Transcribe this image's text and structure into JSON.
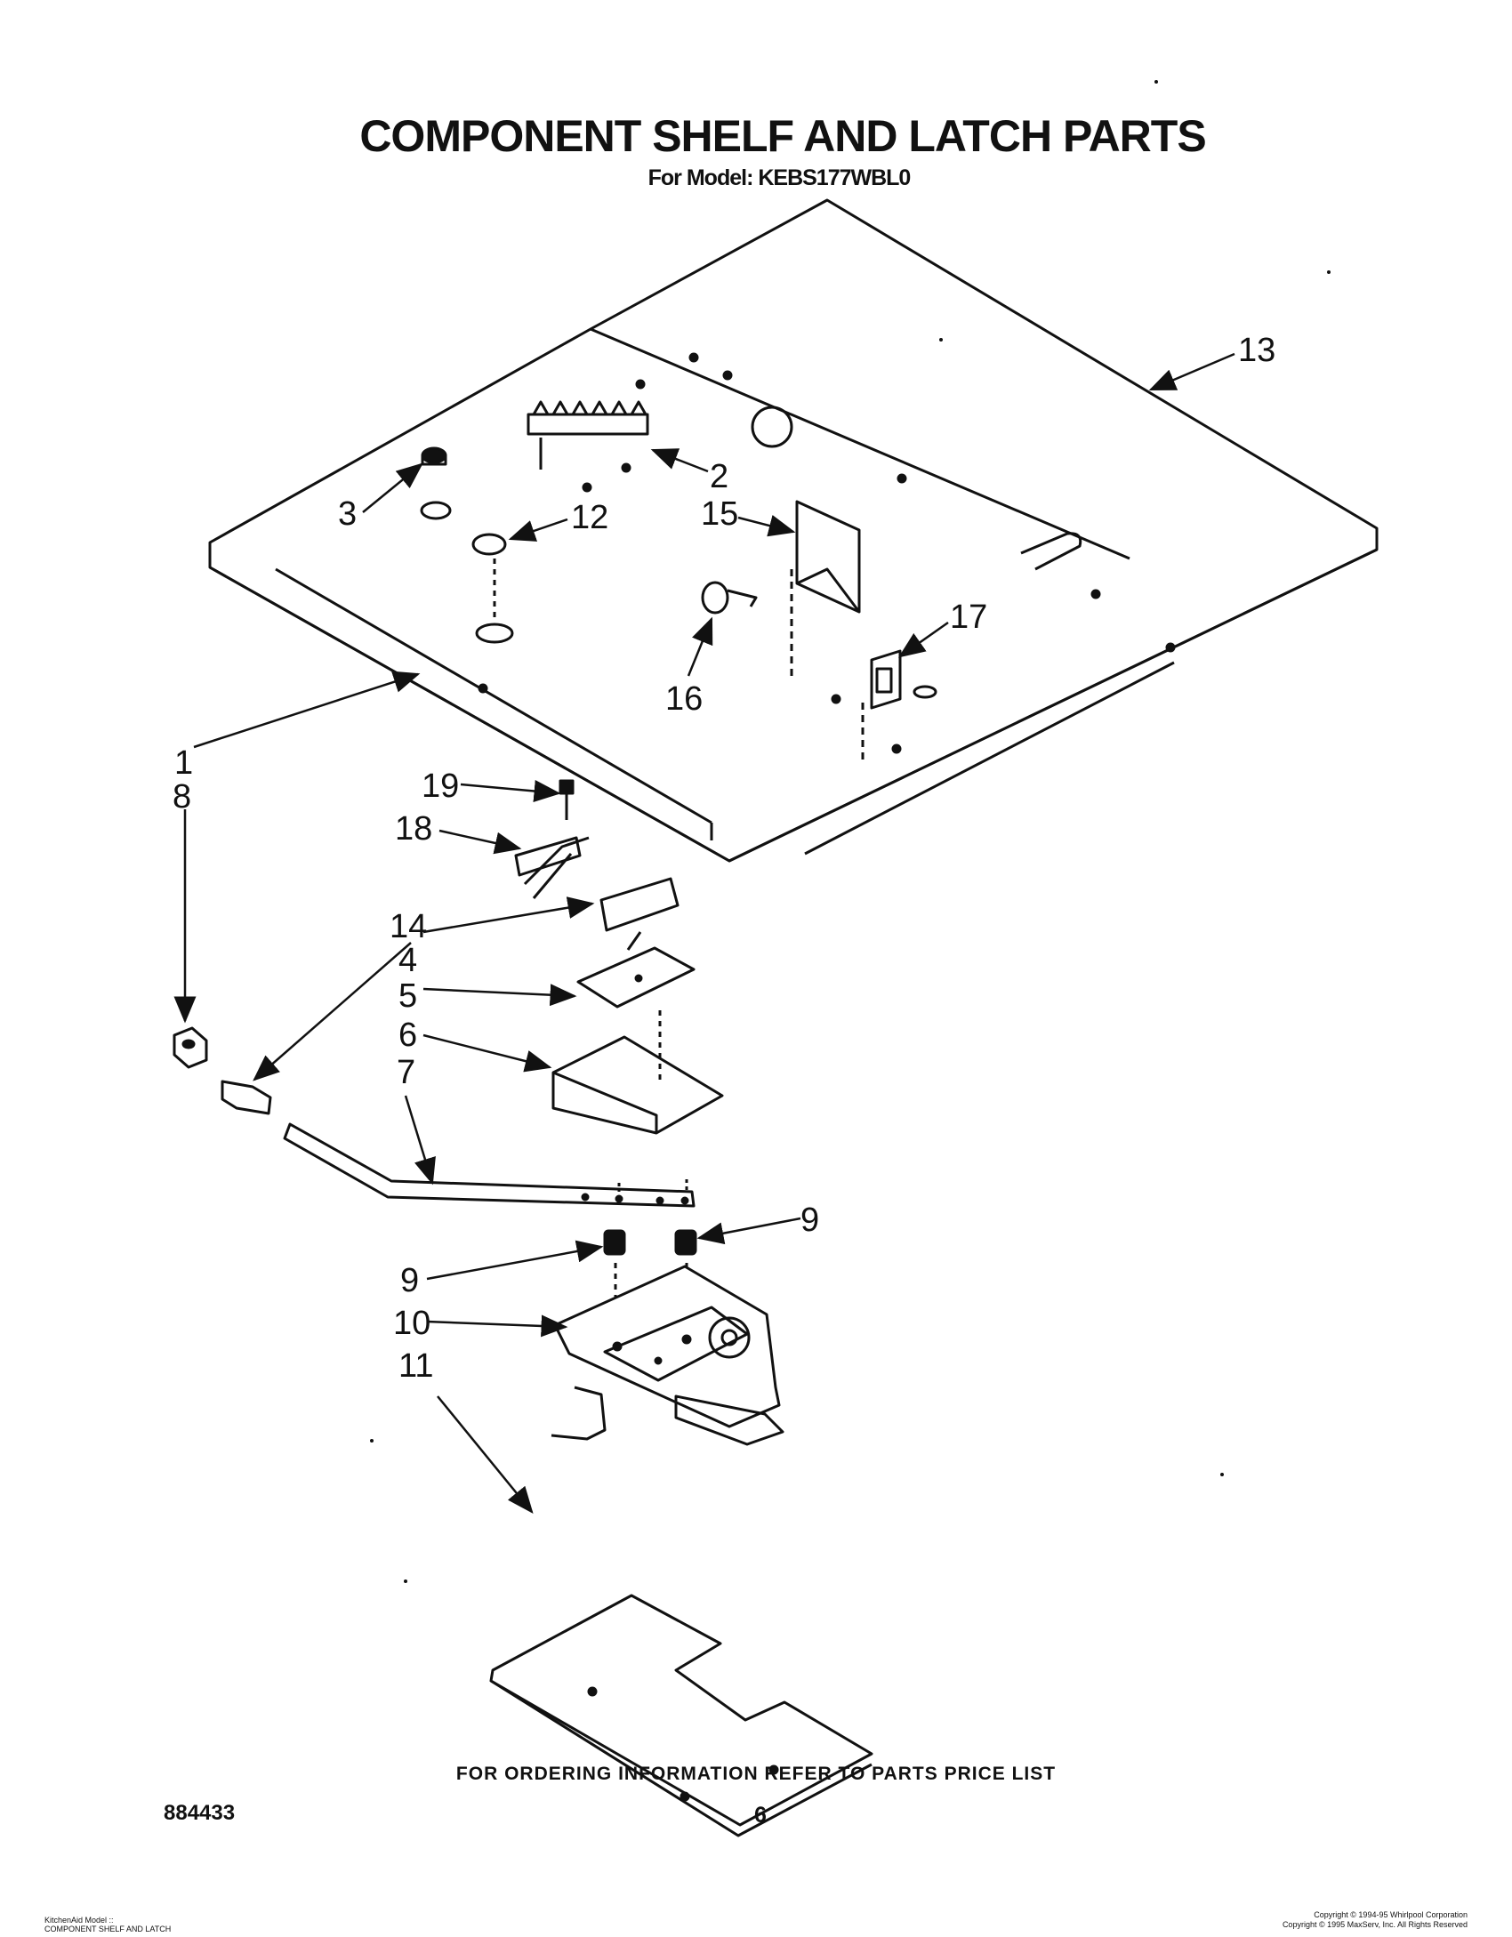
{
  "title": "COMPONENT SHELF AND LATCH PARTS",
  "model_line": "For Model: KEBS177WBL0",
  "callouts": [
    "1",
    "8",
    "2",
    "3",
    "12",
    "15",
    "16",
    "17",
    "13",
    "19",
    "18",
    "14",
    "4",
    "5",
    "6",
    "7",
    "9",
    "9",
    "10",
    "11"
  ],
  "ordering_note": "FOR ORDERING INFORMATION REFER TO PARTS PRICE LIST",
  "document_number": "884433",
  "page_number": "6",
  "footer_left": [
    "KitchenAid Model ::",
    "COMPONENT SHELF AND LATCH"
  ],
  "footer_right": [
    "Copyright © 1994-95 Whirlpool Corporation",
    "Copyright © 1995 MaxServ, Inc.  All Rights Reserved"
  ]
}
